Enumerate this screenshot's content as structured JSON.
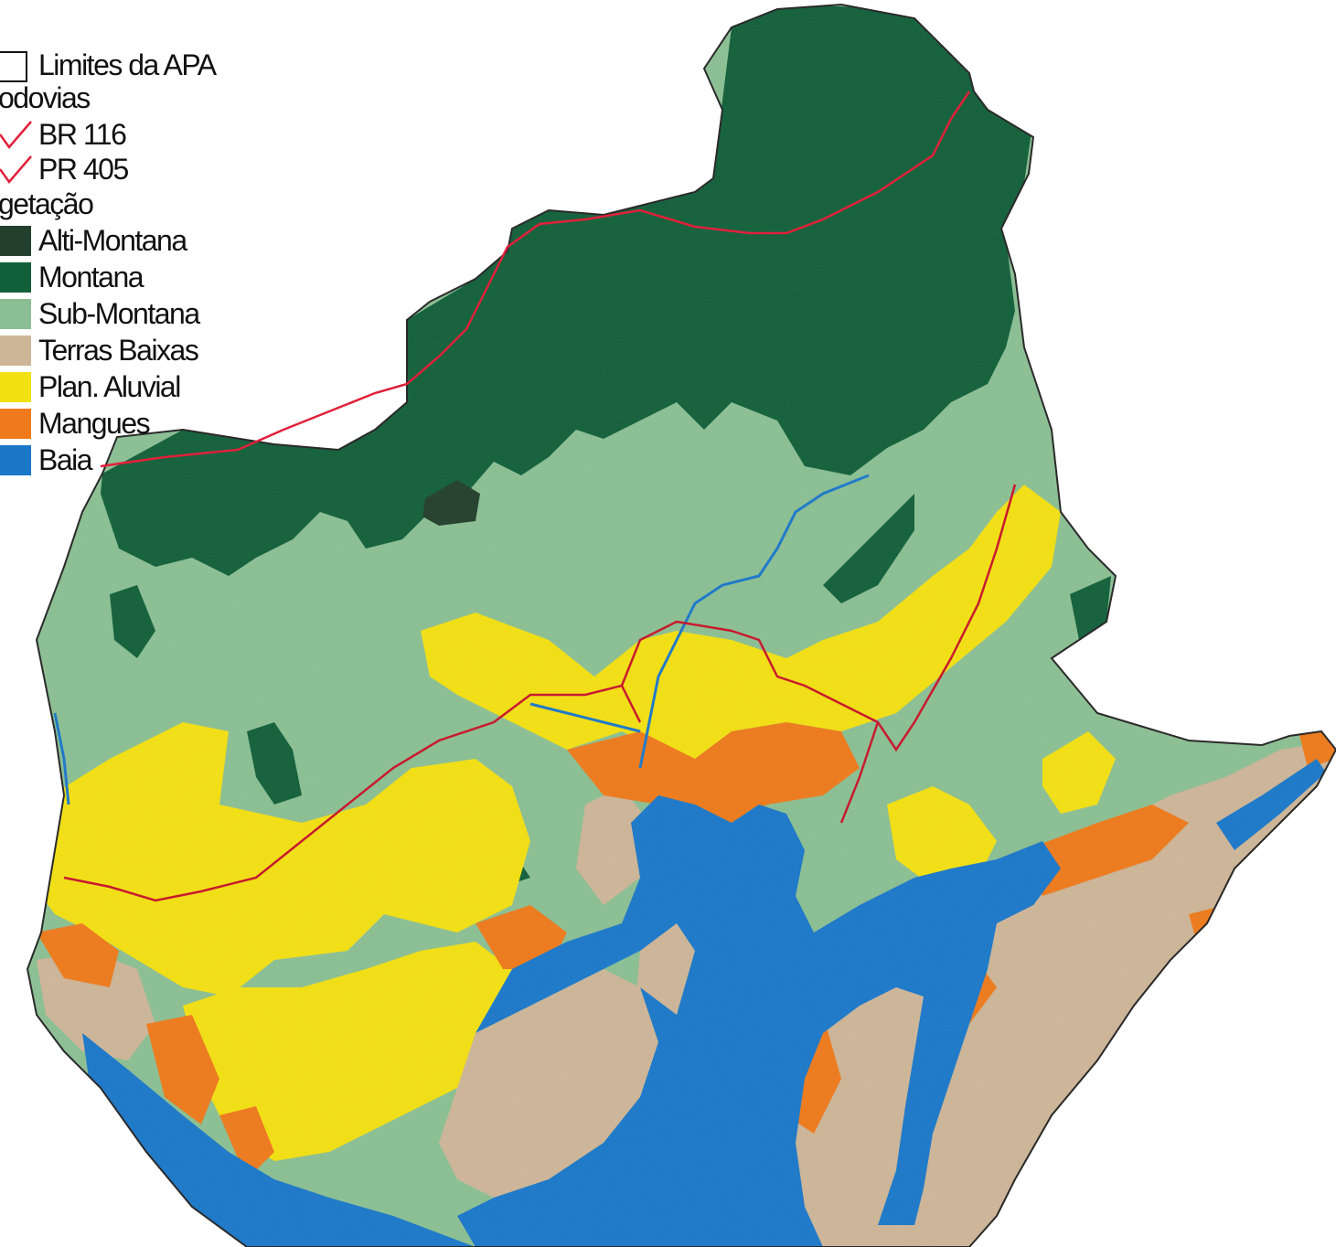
{
  "legend": {
    "boundary": {
      "label": "Limites da APA"
    },
    "roads_heading": "odovias",
    "roads": [
      {
        "label": "BR 116",
        "color": "#e0203a"
      },
      {
        "label": "PR 405",
        "color": "#e0203a"
      }
    ],
    "vegetation_heading": "getação",
    "classes": [
      {
        "label": "Alti-Montana",
        "color": "#23402c"
      },
      {
        "label": "Montana",
        "color": "#12603a"
      },
      {
        "label": "Sub-Montana",
        "color": "#8bbf93"
      },
      {
        "label": "Terras Baixas",
        "color": "#cdb597"
      },
      {
        "label": "Plan. Aluvial",
        "color": "#f3e012"
      },
      {
        "label": "Mangues",
        "color": "#ee7a1b"
      },
      {
        "label": "Baia",
        "color": "#1b78c9"
      }
    ]
  },
  "map_colors": {
    "background": "#ffffff",
    "boundary_outline": "#2a2a2a",
    "river": "#1b78c9"
  }
}
